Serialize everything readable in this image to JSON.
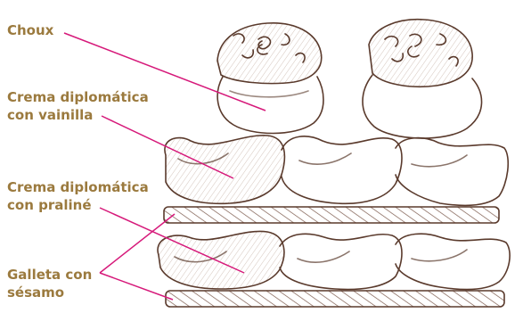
{
  "labels": {
    "choux": "Choux",
    "crema_vainilla_line1": "Crema diplomática",
    "crema_vainilla_line2": "con vainilla",
    "crema_praline_line1": "Crema diplomática",
    "crema_praline_line2": "con praliné",
    "galleta_line1": "Galleta con",
    "galleta_line2": "sésamo"
  },
  "colors": {
    "label_text": "#9b7a3e",
    "leader_line": "#d6197a",
    "sketch_stroke": "#5a3a2c",
    "sketch_hatch": "#8a6a5c"
  }
}
